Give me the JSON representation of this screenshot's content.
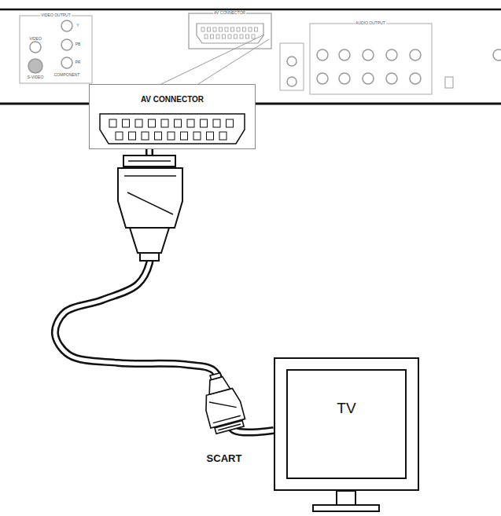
{
  "diagram": {
    "nodes": [
      {
        "text": [
          "AV CONNECTOR"
        ]
      },
      {
        "text": [
          "TV"
        ]
      }
    ],
    "edges": [
      {
        "from": 0,
        "to": 1,
        "arrow": "none"
      }
    ],
    "labels": [
      "VIDEO OUTPUT",
      "Y",
      "VIDEO",
      "PB",
      "S-VIDEO",
      "PR",
      "COMPONENT",
      "AV CONNECTOR",
      "AUDIO OUTPUT",
      "SCART"
    ]
  }
}
